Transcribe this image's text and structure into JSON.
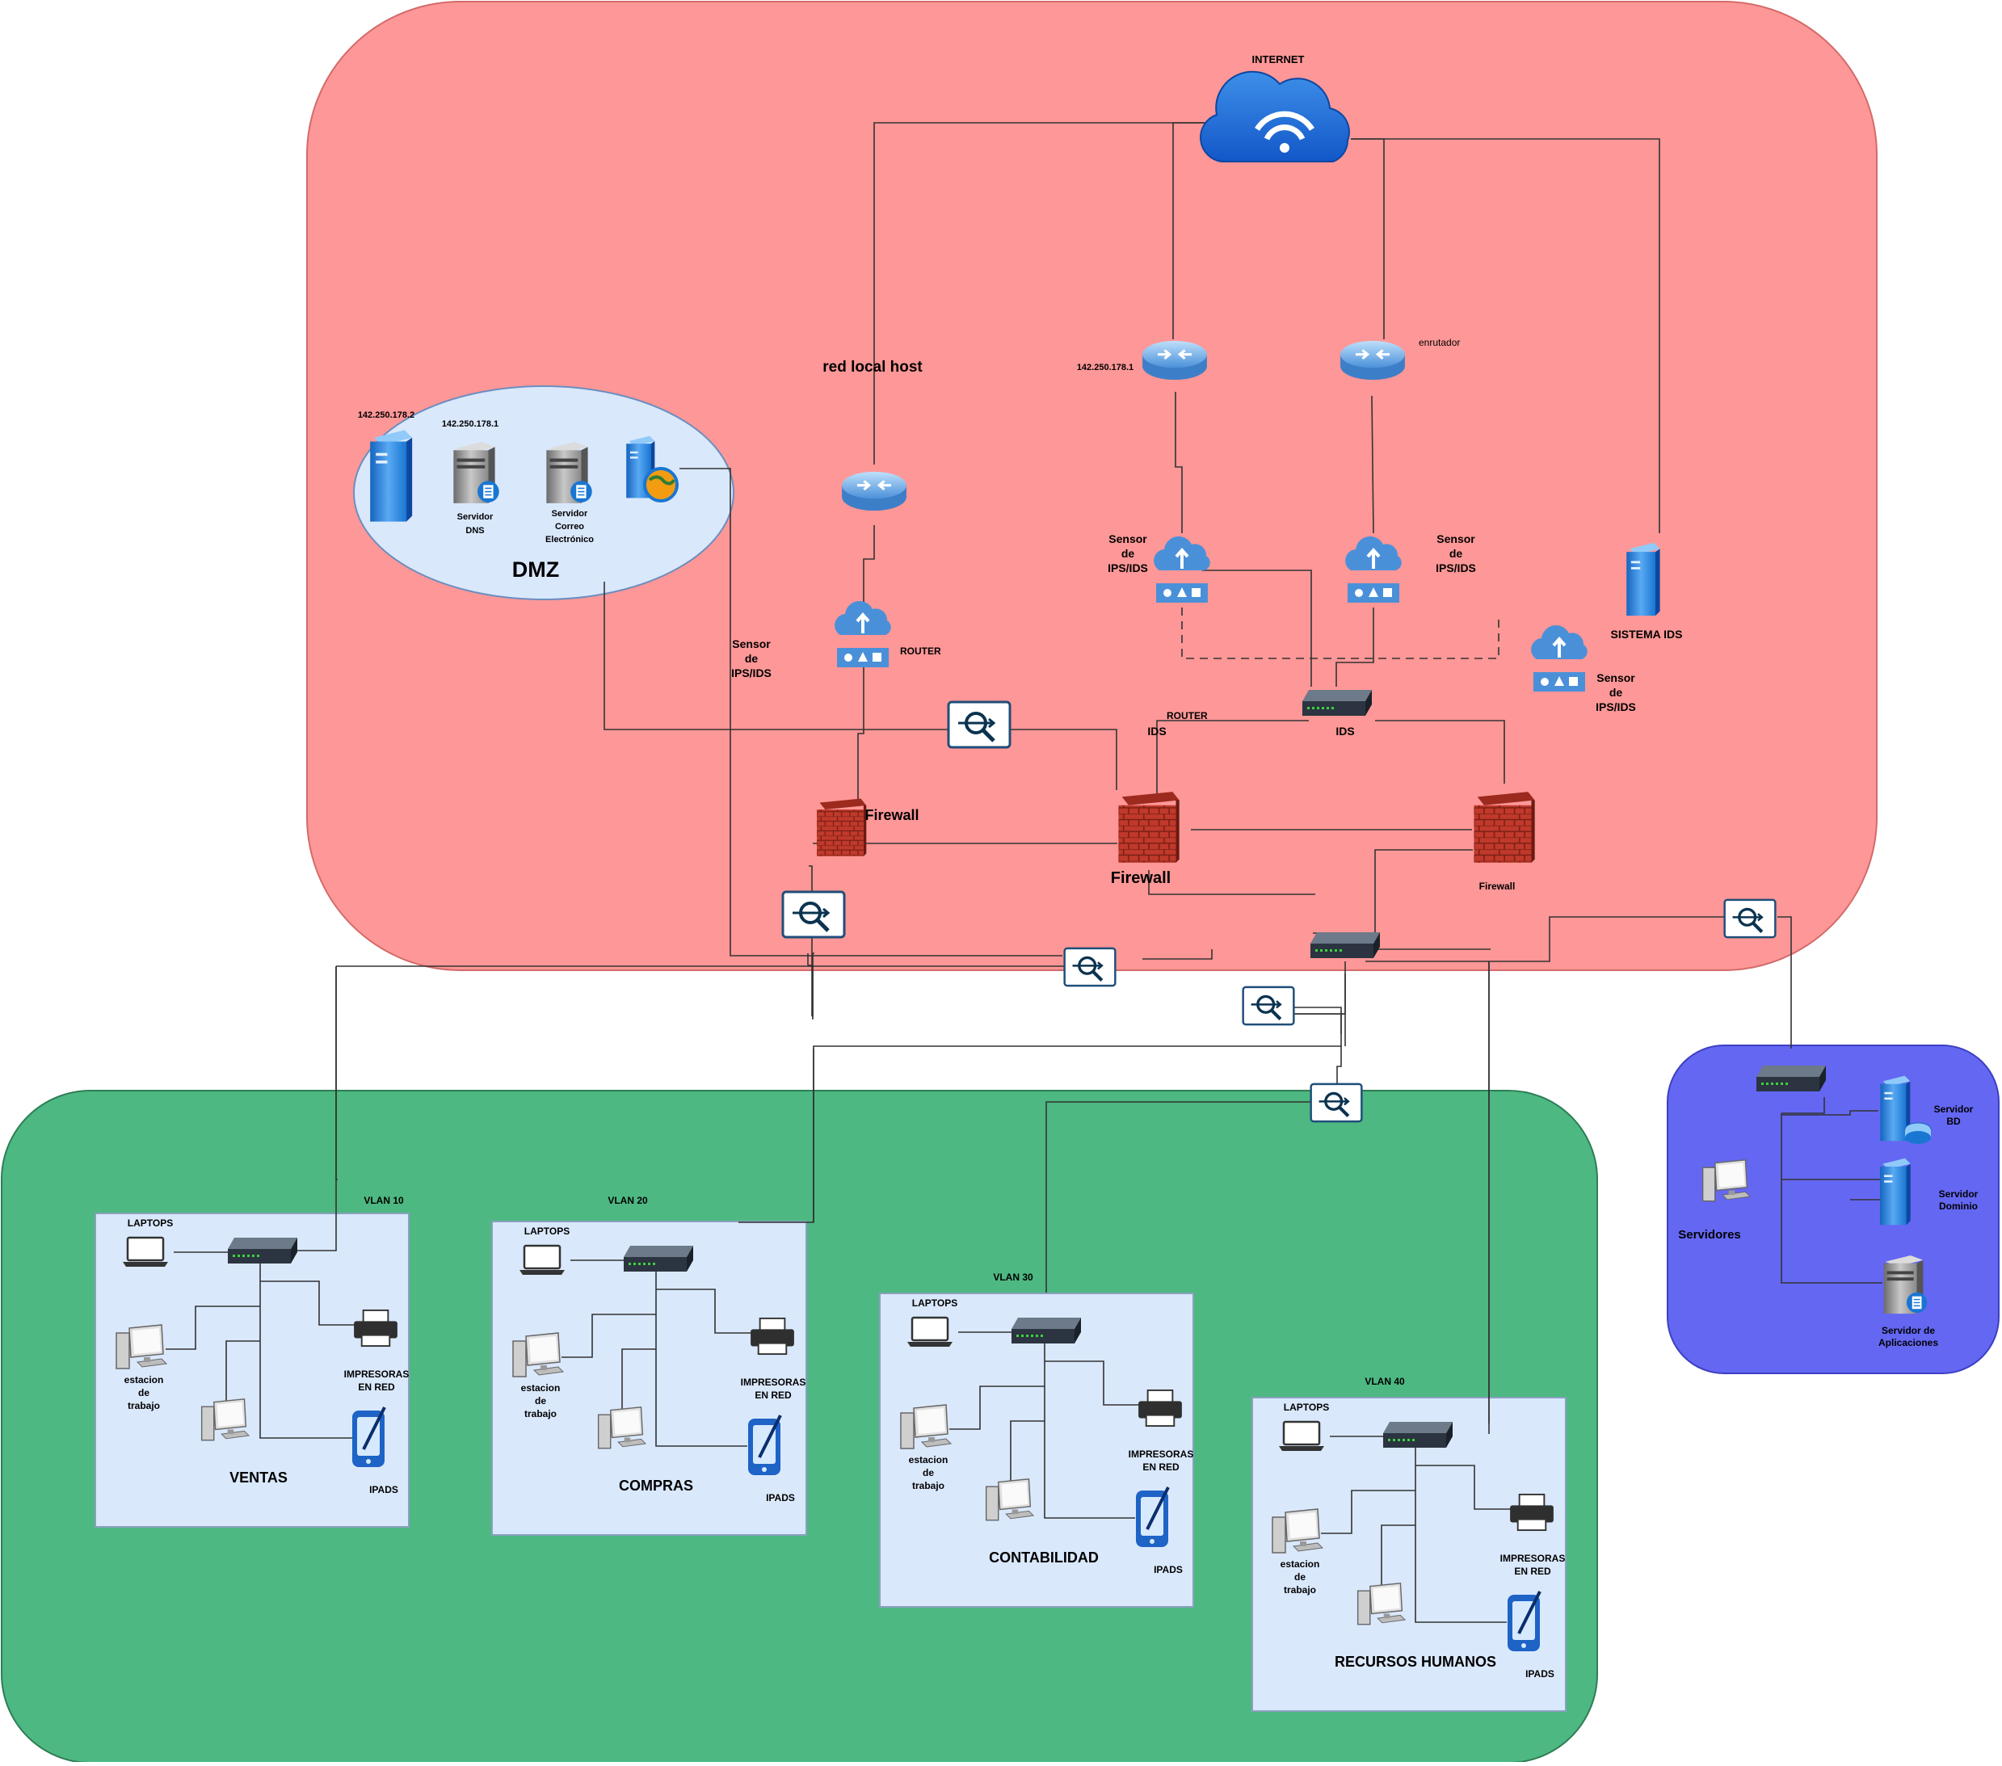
{
  "labels": {
    "internet": "INTERNET",
    "red_local_host": "red local host",
    "ip_router_1": "142.250.178.1",
    "enrutador": "enrutador",
    "dmz_ip_1": "142.250.178.2",
    "dmz_ip_2": "142.250.178.1",
    "servidor_dns": [
      "Servidor",
      "DNS"
    ],
    "servidor_correo": [
      "Servidor",
      "Correo",
      "Electrónico"
    ],
    "dmz_title": "DMZ",
    "router_small": "ROUTER",
    "router_ids": "ROUTER",
    "sensor_lines": [
      "Sensor",
      "de",
      "IPS/IDS"
    ],
    "sensor_2_lines": [
      "Sensor",
      "de",
      "IPS/IDS"
    ],
    "sensor_3_lines": [
      "Sensor",
      "de",
      "IPS/IDS"
    ],
    "sensor_4_lines": [
      "Sensor",
      "de",
      "IPS/IDS"
    ],
    "sistema_ids": "SISTEMA IDS",
    "ids_1": "IDS",
    "ids_2": "IDS",
    "firewall_1": "Firewall",
    "firewall_2": "Firewall",
    "firewall_3": "Firewall",
    "servidores": "Servidores",
    "servidor_bd": [
      "Servidor",
      "BD"
    ],
    "servidor_dominio": [
      "Servidor",
      "Dominio"
    ],
    "servidor_aplicaciones": [
      "Servidor de",
      "Aplicaciones"
    ]
  },
  "vlans": [
    {
      "tag": "VLAN 10",
      "name": "VENTAS",
      "laptops": "LAPTOPS",
      "estacion": [
        "estacion",
        "de",
        "trabajo"
      ],
      "impresoras": [
        "IMPRESORAS",
        "EN RED"
      ],
      "ipads": "IPADS"
    },
    {
      "tag": "VLAN 20",
      "name": "COMPRAS",
      "laptops": "LAPTOPS",
      "estacion": [
        "estacion",
        "de",
        "trabajo"
      ],
      "impresoras": [
        "IMPRESORAS",
        "EN RED"
      ],
      "ipads": "IPADS"
    },
    {
      "tag": "VLAN 30",
      "name": "CONTABILIDAD",
      "laptops": "LAPTOPS",
      "estacion": [
        "estacion",
        "de",
        "trabajo"
      ],
      "impresoras": [
        "IMPRESORAS",
        "EN RED"
      ],
      "ipads": "IPADS"
    },
    {
      "tag": "VLAN 40",
      "name": "RECURSOS HUMANOS",
      "laptops": "LAPTOPS",
      "estacion": [
        "estacion",
        "de",
        "trabajo"
      ],
      "impresoras": [
        "IMPRESORAS",
        "EN RED"
      ],
      "ipads": "IPADS"
    }
  ],
  "colors": {
    "red_zone": "#fe9797",
    "green_zone": "#4db882",
    "blue_zone": "#6467f2",
    "dmz_fill": "#dae8fc",
    "vlan_fill": "#dae8fc",
    "router_blue": "#5a9be3",
    "firewall_red": "#c0392b"
  }
}
